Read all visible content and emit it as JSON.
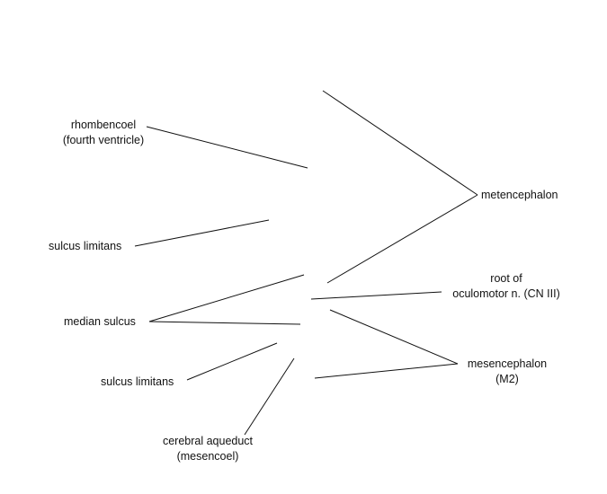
{
  "labels": {
    "rhombencoel": {
      "line1": "rhombencoel",
      "line2": "(fourth ventricle)"
    },
    "sulcus_limitans_upper": {
      "text": "sulcus limitans"
    },
    "median_sulcus": {
      "text": "median sulcus"
    },
    "sulcus_limitans_lower": {
      "text": "sulcus limitans"
    },
    "cerebral_aqueduct": {
      "line1": "cerebral aqueduct",
      "line2": "(mesencoel)"
    },
    "metencephalon": {
      "text": "metencephalon"
    },
    "root_oculomotor": {
      "line1": "root of",
      "line2": "oculomotor n. (CN III)"
    },
    "mesencephalon": {
      "line1": "mesencephalon",
      "line2": "(M2)"
    }
  }
}
